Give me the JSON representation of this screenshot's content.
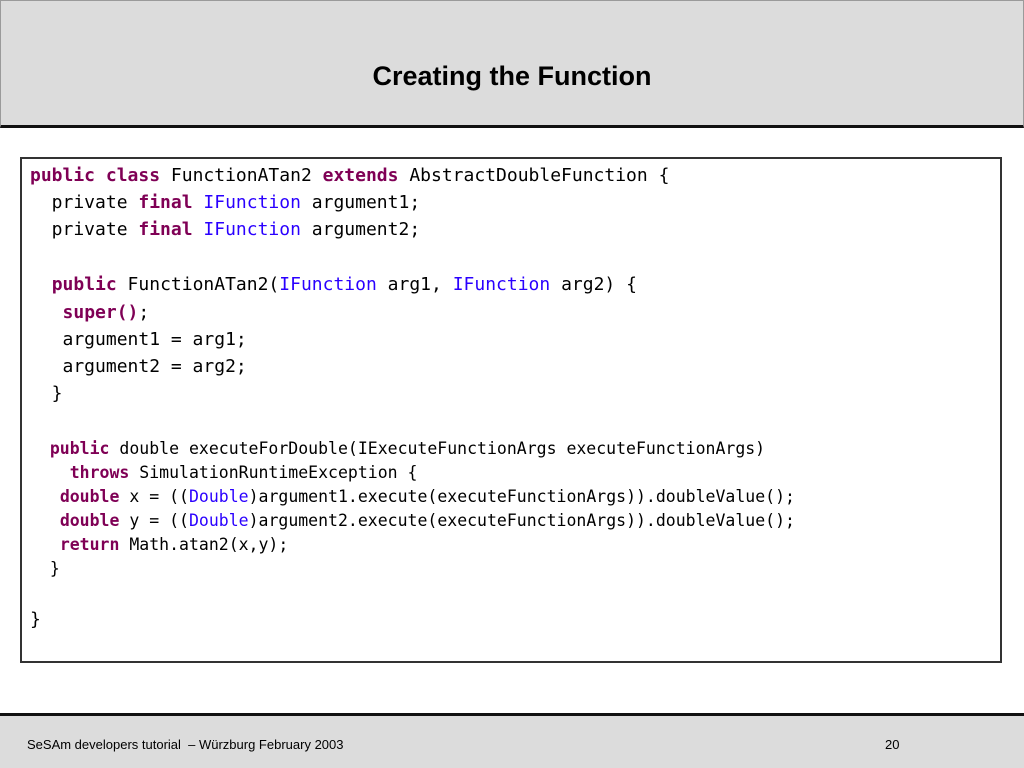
{
  "slide": {
    "title": "Creating the Function"
  },
  "code": {
    "lines": [
      {
        "size": "big",
        "tokens": [
          {
            "t": "public",
            "c": "kw"
          },
          {
            "t": " "
          },
          {
            "t": "class",
            "c": "kw"
          },
          {
            "t": " FunctionATan2 "
          },
          {
            "t": "extends",
            "c": "kw"
          },
          {
            "t": " AbstractDoubleFunction {"
          }
        ]
      },
      {
        "size": "big",
        "tokens": [
          {
            "t": "  private "
          },
          {
            "t": "final",
            "c": "kw"
          },
          {
            "t": " "
          },
          {
            "t": "IFunction",
            "c": "ty"
          },
          {
            "t": " argument1;"
          }
        ]
      },
      {
        "size": "big",
        "tokens": [
          {
            "t": "  private "
          },
          {
            "t": "final",
            "c": "kw"
          },
          {
            "t": " "
          },
          {
            "t": "IFunction",
            "c": "ty"
          },
          {
            "t": " argument2;"
          }
        ]
      },
      {
        "size": "big",
        "tokens": []
      },
      {
        "size": "big",
        "tokens": [
          {
            "t": "  "
          },
          {
            "t": "public",
            "c": "kw"
          },
          {
            "t": " FunctionATan2("
          },
          {
            "t": "IFunction",
            "c": "ty"
          },
          {
            "t": " arg1, "
          },
          {
            "t": "IFunction",
            "c": "ty"
          },
          {
            "t": " arg2) {"
          }
        ]
      },
      {
        "size": "big",
        "tokens": [
          {
            "t": "   "
          },
          {
            "t": "super()",
            "c": "kw"
          },
          {
            "t": ";"
          }
        ]
      },
      {
        "size": "big",
        "tokens": [
          {
            "t": "   argument1 = arg1;"
          }
        ]
      },
      {
        "size": "big",
        "tokens": [
          {
            "t": "   argument2 = arg2;"
          }
        ]
      },
      {
        "size": "big",
        "tokens": [
          {
            "t": "  }"
          }
        ]
      },
      {
        "size": "big",
        "tokens": []
      },
      {
        "size": "small",
        "tokens": [
          {
            "t": "  "
          },
          {
            "t": "public",
            "c": "kw"
          },
          {
            "t": " double executeForDouble(IExecuteFunctionArgs executeFunctionArgs)"
          }
        ]
      },
      {
        "size": "small",
        "tokens": [
          {
            "t": "    "
          },
          {
            "t": "throws",
            "c": "kw"
          },
          {
            "t": " SimulationRuntimeException {"
          }
        ]
      },
      {
        "size": "small",
        "tokens": [
          {
            "t": "   "
          },
          {
            "t": "double",
            "c": "kw"
          },
          {
            "t": " x = (("
          },
          {
            "t": "Double",
            "c": "ty"
          },
          {
            "t": ")argument1.execute(executeFunctionArgs)).doubleValue();"
          }
        ]
      },
      {
        "size": "small",
        "tokens": [
          {
            "t": "   "
          },
          {
            "t": "double",
            "c": "kw"
          },
          {
            "t": " y = (("
          },
          {
            "t": "Double",
            "c": "ty"
          },
          {
            "t": ")argument2.execute(executeFunctionArgs)).doubleValue();"
          }
        ]
      },
      {
        "size": "small",
        "tokens": [
          {
            "t": "   "
          },
          {
            "t": "return",
            "c": "kw"
          },
          {
            "t": " Math.atan2(x,y);"
          }
        ]
      },
      {
        "size": "small",
        "tokens": [
          {
            "t": "  }"
          }
        ]
      },
      {
        "size": "small",
        "tokens": []
      },
      {
        "size": "big",
        "tokens": [
          {
            "t": "}"
          }
        ]
      }
    ]
  },
  "footer": {
    "text": "SeSAm developers tutorial  – Würzburg February 2003",
    "page_number": "20"
  }
}
